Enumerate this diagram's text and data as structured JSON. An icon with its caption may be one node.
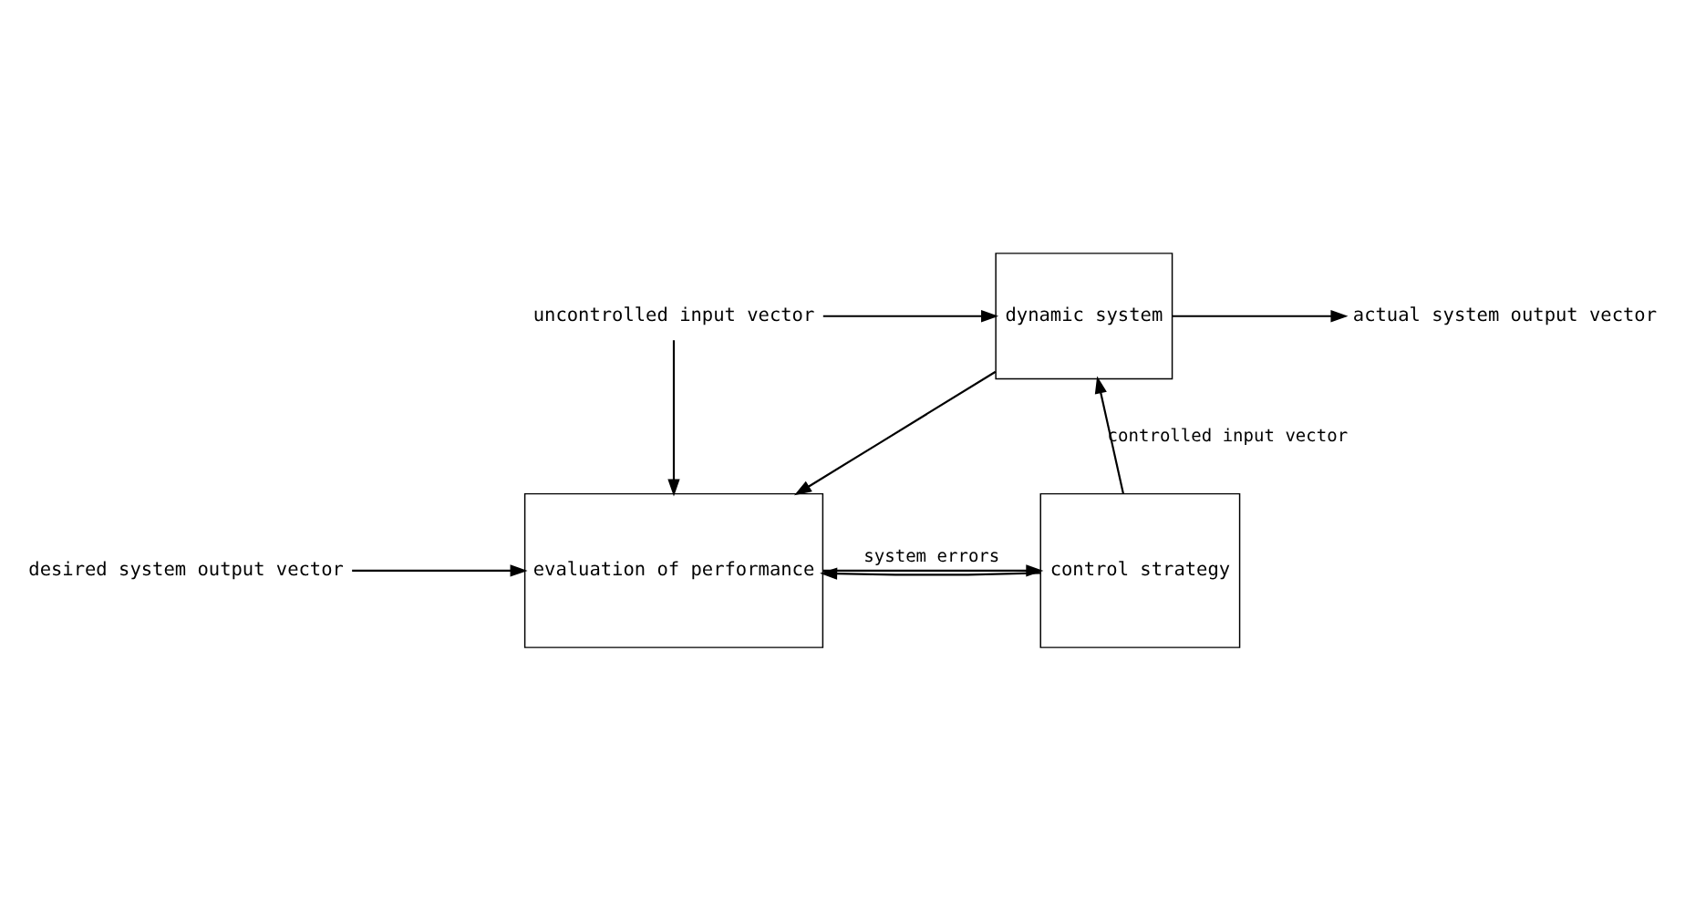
{
  "diagram": {
    "nodes": [
      {
        "text": [
          "dynamic system"
        ]
      },
      {
        "text": [
          "control strategy"
        ]
      },
      {
        "text": [
          "evaluation of performance"
        ]
      },
      {
        "text": [
          "uncontrolled input vector"
        ]
      },
      {
        "text": [
          "actual system output vector"
        ]
      },
      {
        "text": [
          "desired system output vector"
        ]
      }
    ],
    "edges": [
      {
        "from": 3,
        "to": 0,
        "arrow": "to"
      },
      {
        "from": 3,
        "to": 2,
        "arrow": "to"
      },
      {
        "from": 1,
        "to": 0,
        "arrow": "to",
        "label": "controlled input vector"
      },
      {
        "from": 1,
        "to": 2,
        "arrow": "to"
      },
      {
        "from": 0,
        "to": 4,
        "arrow": "to"
      },
      {
        "from": 0,
        "to": 2,
        "arrow": "to"
      },
      {
        "from": 5,
        "to": 2,
        "arrow": "to"
      },
      {
        "from": 2,
        "to": 1,
        "arrow": "to",
        "label": "system errors"
      }
    ]
  }
}
